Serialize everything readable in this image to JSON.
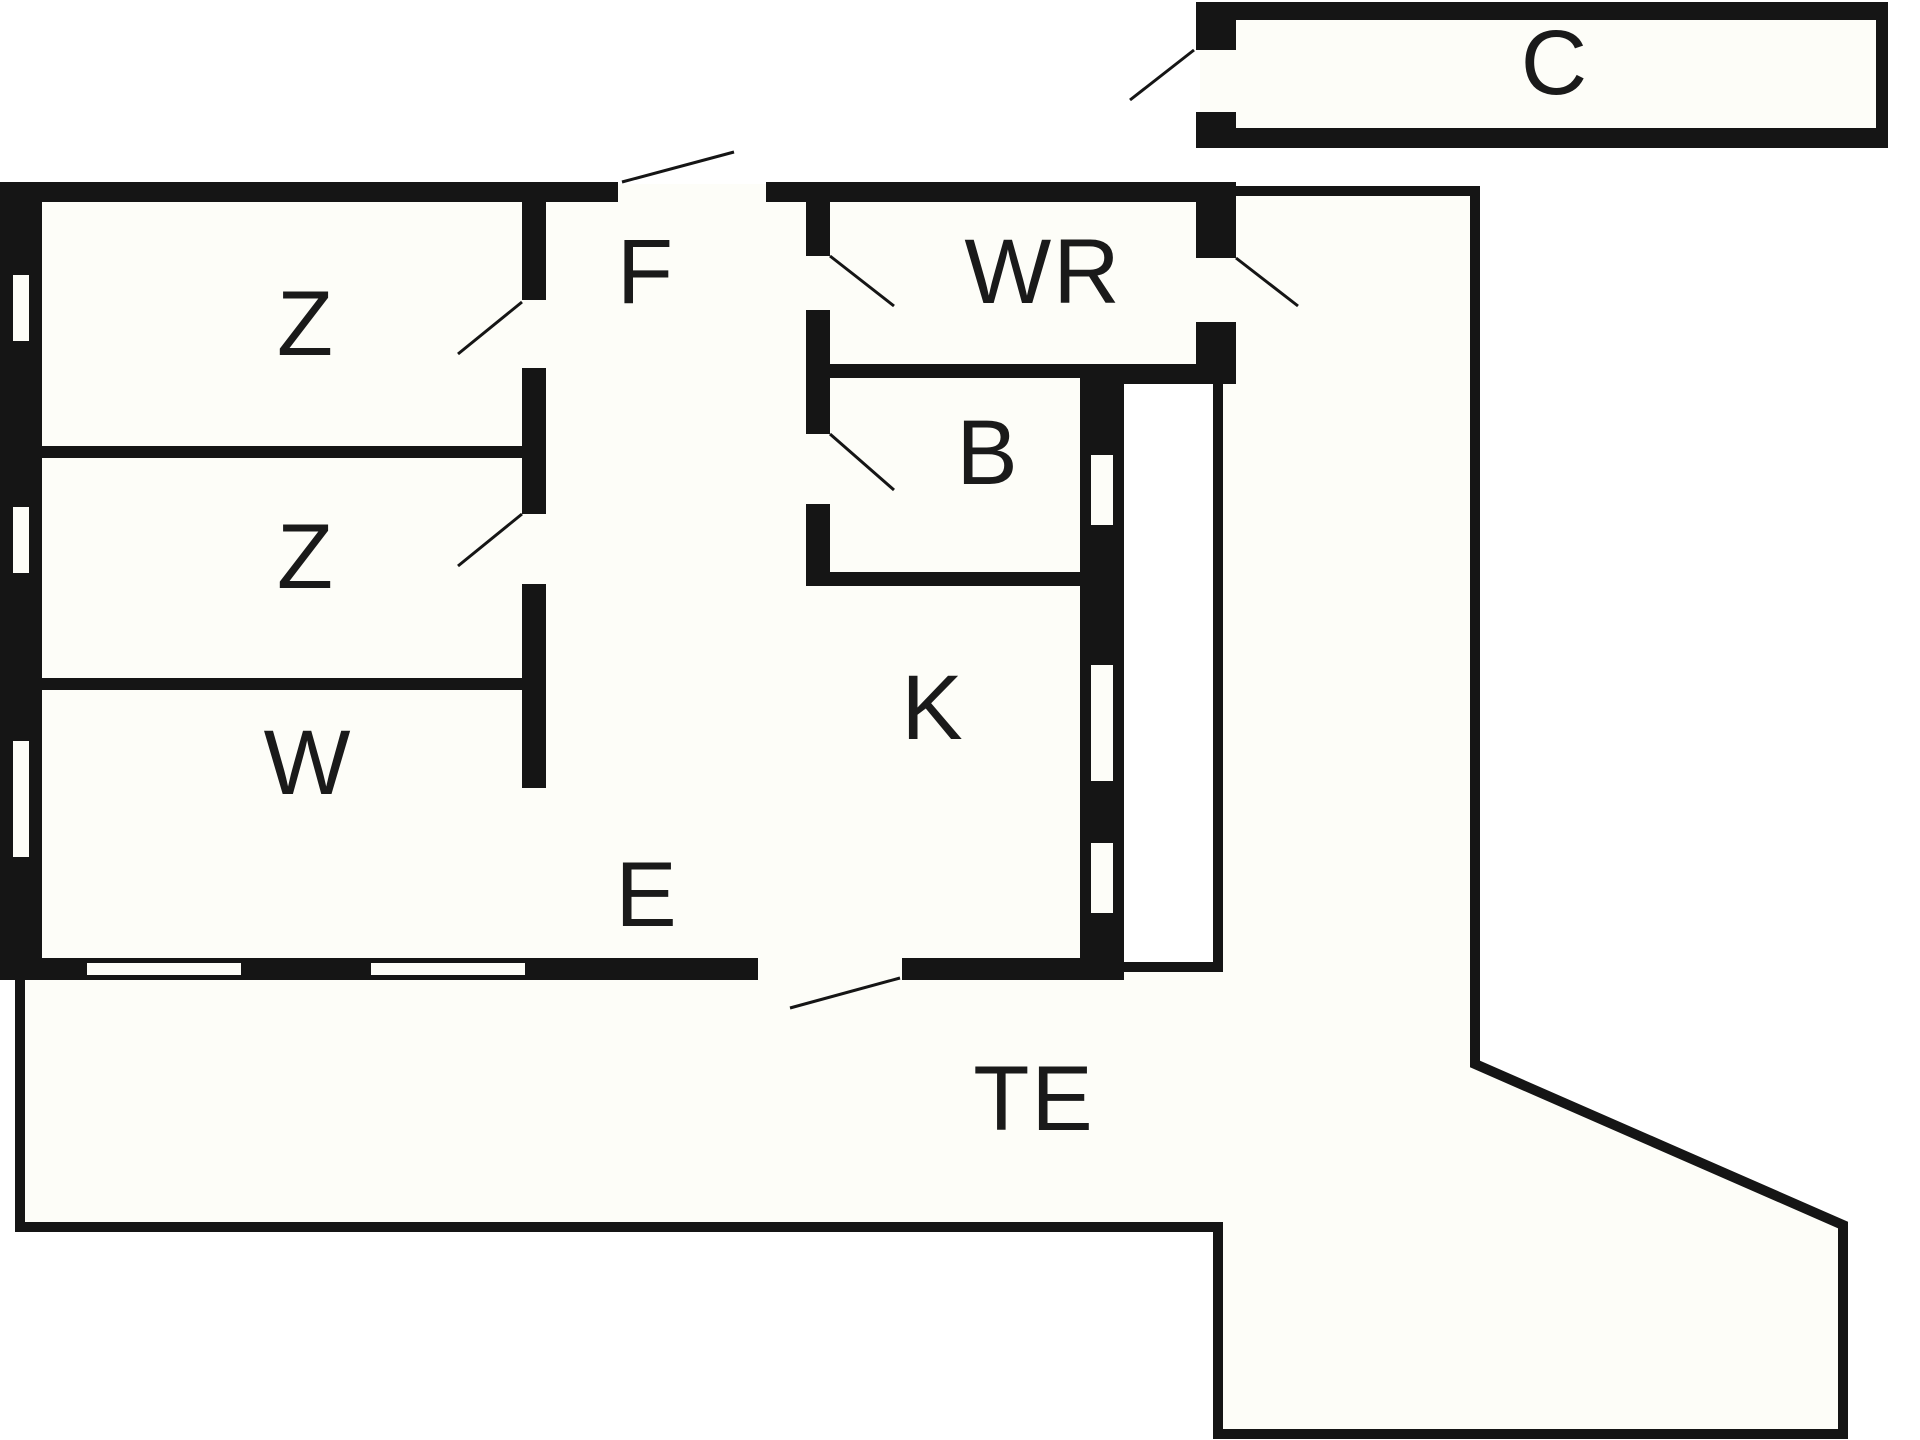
{
  "floorplan": {
    "colors": {
      "fill": "#fdfdf8",
      "wall": "#151515",
      "background": "#ffffff"
    },
    "rooms": {
      "c": {
        "label": "C"
      },
      "f": {
        "label": "F"
      },
      "wr": {
        "label": "WR"
      },
      "z1": {
        "label": "Z"
      },
      "z2": {
        "label": "Z"
      },
      "b": {
        "label": "B"
      },
      "k": {
        "label": "K"
      },
      "w": {
        "label": "W"
      },
      "e": {
        "label": "E"
      },
      "te": {
        "label": "TE"
      }
    }
  }
}
